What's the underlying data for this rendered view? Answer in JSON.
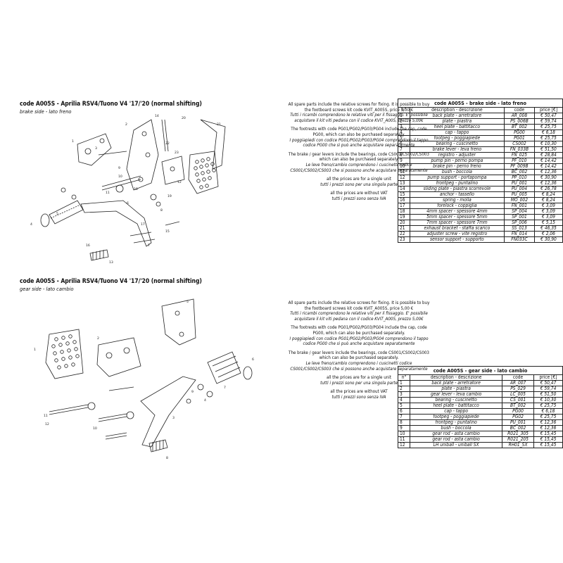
{
  "brake_section": {
    "title": "code A005S - Aprilia RSV4/Tuono V4 '17/'20 (normal shifting)",
    "subtitle": "brake side - lato freno"
  },
  "gear_section": {
    "title": "code A005S - Aprilia RSV4/Tuono V4 '17/'20 (normal shifting)",
    "subtitle": "gear side - lato cambio"
  },
  "brake_notes": {
    "p1_en": "All spare parts include the relative screws for fixing. It is possible to buy the footboard screws kit code KVIT_A005S, price 5,00 €",
    "p1_it": "Tutti i ricambi comprendono le relative viti per il fissaggio. E' possibile acquistare il kit viti pedana con il codice KVIT_A005, prezzo 5,00€",
    "p2_en": "The footrests with code PG01/PG02/PG03/PG04 include the cap, code PG00, which can also be purchased separately.",
    "p2_it": "I poggiapiedi con codice PG01/PG02/PG03/PG04 comprendono il tappo codice PG00 che si può anche acquistare separatamente",
    "p3_en": "The brake / gear levers include the bearings, code CS001/CS002/CS003 which can also be purchased separately.",
    "p3_it": "Le leve freno/cambio comprendono i cuscinetti codice CS001/CS002/CS003 che si possono anche acquistare separatamente",
    "p4_en": "all the prices are for a single unit",
    "p4_it": "tutti i prezzi sono per una singola parte",
    "p5_en": "all the prices are without VAT",
    "p5_it": "tutti i prezzi sono senza IVA"
  },
  "gear_notes": {
    "p1_en": "All spare parts include the relative screws for fixing. It is possible to buy the footboard screws kit code KVIT_A005S, price 5,00 €",
    "p1_it": "Tutti i ricambi comprendono le relative viti per il fissaggio. E' possibile acquistare il kit viti pedana con il codice KVIT_A005, prezzo 5,00€",
    "p2_en": "The footrests with code PG01/PG02/PG03/PG04 include the cap, code PG00, which can also be purchased separately.",
    "p2_it": "I poggiapiedi con codice PG01/PG02/PG03/PG04 comprendono il tappo codice PG00 che si può anche acquistare separatamente",
    "p3_en": "The brake / gear levers include the bearings, code CS001/CS002/CS003 which can also be purchased separately.",
    "p3_it": "Le leve freno/cambio comprendono i cuscinetti codice CS001/CS002/CS003 che si possono anche acquistare separatamente",
    "p4_en": "all the prices are for a single unit",
    "p4_it": "tutti i prezzi sono per una singola parte",
    "p5_en": "all the prices are without VAT",
    "p5_it": "tutti i prezzi sono senza IVA"
  },
  "table_headers": {
    "n": "n°",
    "desc": "description - descrizione",
    "code": "code",
    "price": "price [€]"
  },
  "brake_table": {
    "caption": "code A005S - brake side - lato freno",
    "rows": [
      {
        "n": "1",
        "desc": "back plate - arretratore",
        "code": "AR_008",
        "price": "€ 50,47"
      },
      {
        "n": "2",
        "desc": "plate - piastra",
        "code": "PS_006B",
        "price": "€ 59,74"
      },
      {
        "n": "3",
        "desc": "heel plate - battitacco",
        "code": "BT_002",
        "price": "€ 25,75"
      },
      {
        "n": "4",
        "desc": "cap - tappo",
        "code": "PG00",
        "price": "€ 6,18"
      },
      {
        "n": "5",
        "desc": "footpeg - poggiapiede",
        "code": "PG01",
        "price": "€ 25,75"
      },
      {
        "n": "6",
        "desc": "bearing - cuscinetto",
        "code": "CS002",
        "price": "€ 10,30"
      },
      {
        "n": "7",
        "desc": "brake lever - leva freno",
        "code": "FN_033B",
        "price": "€ 51,50"
      },
      {
        "n": "8",
        "desc": "registro - adjuster",
        "code": "FN_025",
        "price": "€ 28,84"
      },
      {
        "n": "9",
        "desc": "pump pin - perno pompa",
        "code": "PF_010",
        "price": "€ 14,42"
      },
      {
        "n": "10",
        "desc": "brake pin - perno freno",
        "code": "PF_009B",
        "price": "€ 14,42"
      },
      {
        "n": "11",
        "desc": "bush - boccola",
        "code": "BC_002",
        "price": "€ 12,36"
      },
      {
        "n": "12",
        "desc": "pump support - portapompa",
        "code": "PP_010",
        "price": "€ 30,90"
      },
      {
        "n": "13",
        "desc": "frontpeg - puntalino",
        "code": "PU_001",
        "price": "€ 12,36"
      },
      {
        "n": "14",
        "desc": "sliding plate - piastra scorrevole",
        "code": "PU_004",
        "price": "€ 26,78"
      },
      {
        "n": "15",
        "desc": "anchor - tassello",
        "code": "PU_005",
        "price": "€ 8,24"
      },
      {
        "n": "16",
        "desc": "spring - molla",
        "code": "MO_002",
        "price": "€ 8,24"
      },
      {
        "n": "17",
        "desc": "forelock - coppiglia",
        "code": "FN_001",
        "price": "€ 3,09"
      },
      {
        "n": "18",
        "desc": "4mm spacer - spessore 4mm",
        "code": "SP_004",
        "price": "€ 3,09"
      },
      {
        "n": "19",
        "desc": "5mm spacer - spessore 5mm",
        "code": "SP_001",
        "price": "€ 3,09"
      },
      {
        "n": "20",
        "desc": "7mm spacer - spessore 7mm",
        "code": "SP_006",
        "price": "€ 5,15"
      },
      {
        "n": "21",
        "desc": "exhaust bracket - staffa scarico",
        "code": "SS_013",
        "price": "€ 46,35"
      },
      {
        "n": "22",
        "desc": "adjuster screw - vite registro",
        "code": "FN_014",
        "price": "€ 2,06"
      },
      {
        "n": "23",
        "desc": "sensor support - supporto",
        "code": "FN033C",
        "price": "€ 30,90"
      }
    ]
  },
  "gear_table": {
    "caption": "code A005S - gear side - lato cambio",
    "rows": [
      {
        "n": "1",
        "desc": "back plate - arretratore",
        "code": "AR_007",
        "price": "€ 50,47"
      },
      {
        "n": "2",
        "desc": "plate - piastra",
        "code": "PS_029",
        "price": "€ 59,74"
      },
      {
        "n": "3",
        "desc": "gear lever - leva cambio",
        "code": "LC_005",
        "price": "€ 51,50"
      },
      {
        "n": "4",
        "desc": "bearing - cuscinetto",
        "code": "CS_001",
        "price": "€ 10,30"
      },
      {
        "n": "5",
        "desc": "heel plate - battitacco",
        "code": "BT_002",
        "price": "€ 25,75"
      },
      {
        "n": "6",
        "desc": "cap - tappo",
        "code": "PG00",
        "price": "€ 6,18"
      },
      {
        "n": "7",
        "desc": "footpeg - poggiapiede",
        "code": "PG02",
        "price": "€ 25,75"
      },
      {
        "n": "8",
        "desc": "frontpeg - puntalino",
        "code": "PU_001",
        "price": "€ 12,36"
      },
      {
        "n": "9",
        "desc": "bush - boccola",
        "code": "BC_002",
        "price": "€ 12,36"
      },
      {
        "n": "10",
        "desc": "gear rod - asta cambio",
        "code": "R021_305",
        "price": "€ 15,45"
      },
      {
        "n": "11",
        "desc": "gear rod - asta cambio",
        "code": "R021_205",
        "price": "€ 15,45"
      },
      {
        "n": "12",
        "desc": "LH uniball - uniball SX",
        "code": "RH01_SX",
        "price": "€ 15,45"
      }
    ]
  },
  "brake_diagram_labels": [
    "1",
    "2",
    "3",
    "4",
    "5",
    "6",
    "7",
    "8",
    "9",
    "10",
    "11",
    "12",
    "13",
    "14",
    "15",
    "16",
    "17",
    "18",
    "19",
    "20",
    "21",
    "22",
    "23"
  ],
  "gear_diagram_labels": [
    "1",
    "2",
    "3",
    "4",
    "5",
    "6",
    "7",
    "8",
    "9",
    "10",
    "11",
    "12"
  ]
}
